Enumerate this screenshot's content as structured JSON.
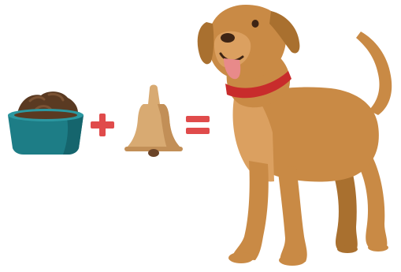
{
  "diagram": {
    "concept": "classical-conditioning",
    "parts": [
      {
        "role": "stimulus",
        "icon": "food-bowl-icon"
      },
      {
        "role": "operator",
        "icon": "plus-sign-icon"
      },
      {
        "role": "stimulus",
        "icon": "bell-icon"
      },
      {
        "role": "operator",
        "icon": "equals-sign-icon"
      },
      {
        "role": "response",
        "icon": "dog-icon"
      }
    ]
  },
  "colors": {
    "bowl_teal": "#1d7d86",
    "bowl_rim": "#2b98a1",
    "bowl_shadow": "#15656d",
    "food_brown": "#5a3a22",
    "food_highlight": "#7a5233",
    "operator_red": "#e04b4b",
    "bell_tan": "#d8aa72",
    "bell_shade": "#c28f57",
    "bell_clapper": "#6b4428",
    "dog_fur": "#c98a45",
    "dog_fur_dark": "#a9702f",
    "dog_fur_light": "#dba060",
    "collar_red": "#c82c2c",
    "nose_dark": "#3d2414",
    "tongue_pink": "#e88a8a",
    "edge_white": "#f7f1ea"
  }
}
